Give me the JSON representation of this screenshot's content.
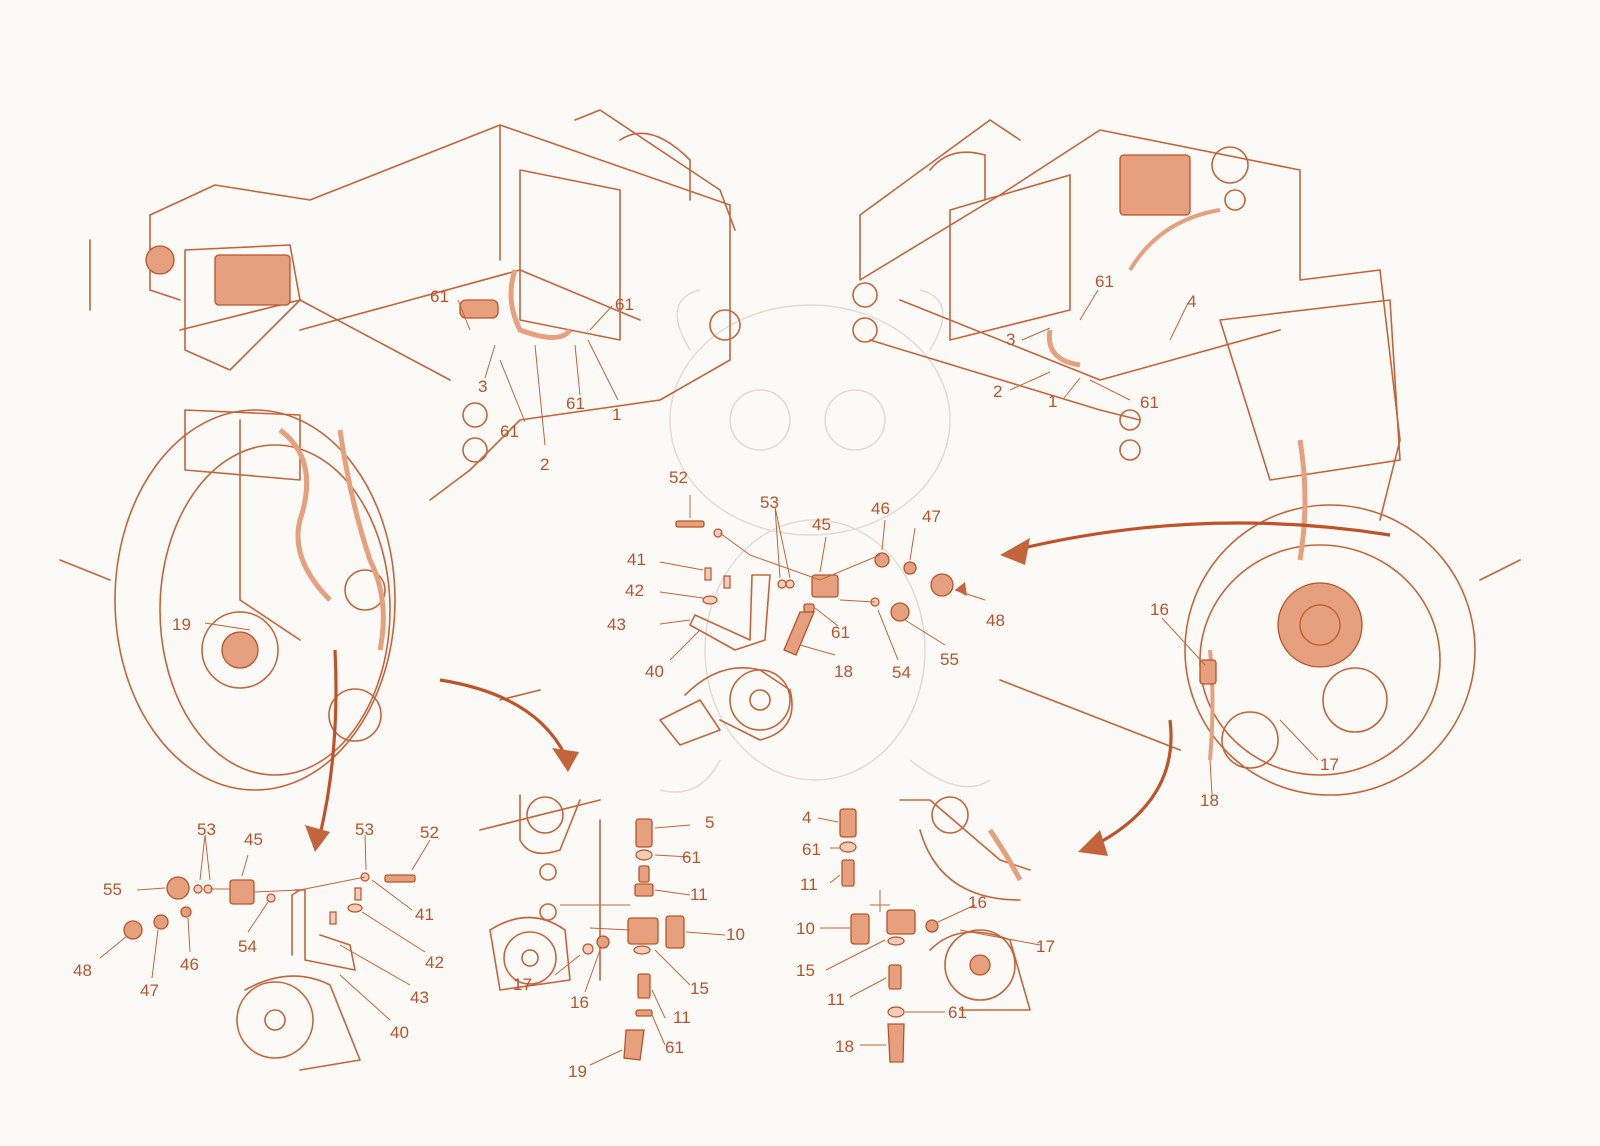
{
  "colors": {
    "line": "#c4643a",
    "label": "#b8532a",
    "fill": "#e6a07e",
    "background": "#fbfaf7"
  },
  "left_view": {
    "callouts": [
      "61",
      "61",
      "3",
      "61",
      "61",
      "2",
      "1",
      "19"
    ]
  },
  "right_view": {
    "callouts": [
      "61",
      "3",
      "4",
      "2",
      "1",
      "61",
      "16",
      "17",
      "18"
    ]
  },
  "center_detail": {
    "callouts": [
      "52",
      "53",
      "45",
      "46",
      "47",
      "41",
      "42",
      "43",
      "40",
      "61",
      "18",
      "54",
      "55",
      "48"
    ]
  },
  "bottom_left_detail": {
    "callouts": [
      "53",
      "45",
      "53",
      "52",
      "55",
      "41",
      "48",
      "47",
      "46",
      "54",
      "42",
      "43",
      "40"
    ]
  },
  "bottom_middle_detail": {
    "callouts": [
      "5",
      "61",
      "11",
      "10",
      "17",
      "16",
      "15",
      "11",
      "61",
      "19"
    ]
  },
  "bottom_right_detail": {
    "callouts": [
      "4",
      "61",
      "11",
      "10",
      "15",
      "16",
      "17",
      "11",
      "61",
      "18"
    ]
  }
}
